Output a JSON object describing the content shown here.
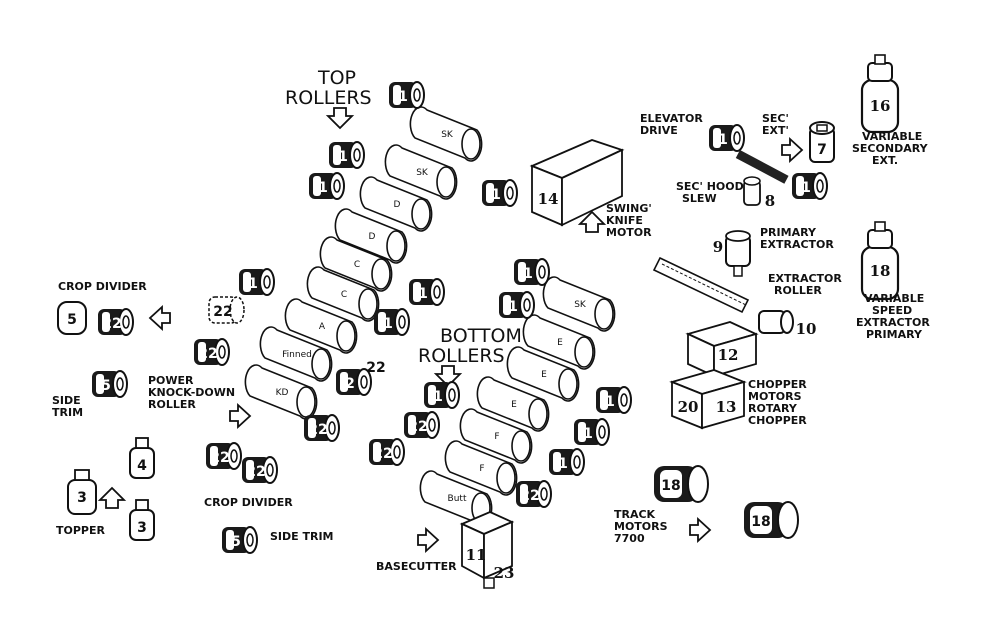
{
  "labels": {
    "top_rollers": [
      "TOP",
      "ROLLERS"
    ],
    "bottom_rollers": [
      "BOTTOM",
      "ROLLERS"
    ],
    "elevator_drive": [
      "ELEVATOR",
      "DRIVE"
    ],
    "sec_ext": [
      "SEC'",
      "EXT'"
    ],
    "sec_hood_slew": [
      "SEC' HOOD",
      "SLEW"
    ],
    "swing_knife_motor": [
      "SWING'",
      "KNIFE",
      "MOTOR"
    ],
    "variable_secondary_ext": [
      "VARIABLE",
      "SECONDARY",
      "EXT."
    ],
    "primary_extractor": [
      "PRIMARY",
      "EXTRACTOR"
    ],
    "extractor_roller": [
      "EXTRACTOR",
      "ROLLER"
    ],
    "variable_speed_extractor_primary": [
      "VARIABLE",
      "SPEED",
      "EXTRACTOR",
      "PRIMARY"
    ],
    "chopper": [
      "CHOPPER",
      "MOTORS",
      "ROTARY",
      "CHOPPER"
    ],
    "crop_divider_top": [
      "CROP DIVIDER"
    ],
    "crop_divider_bottom": [
      "CROP DIVIDER"
    ],
    "side_trim_left": [
      "SIDE",
      "TRIM"
    ],
    "side_trim_bottom": [
      "SIDE TRIM"
    ],
    "power_knockdown": [
      "POWER",
      "KNOCK-DOWN",
      "ROLLER"
    ],
    "topper": [
      "TOPPER"
    ],
    "basecutter": [
      "BASECUTTER"
    ],
    "track_motors": [
      "TRACK",
      "MOTORS",
      "7700"
    ]
  },
  "motors": [
    {
      "id": "1"
    },
    {
      "id": "1"
    },
    {
      "id": "1"
    },
    {
      "id": "1"
    },
    {
      "id": "1"
    },
    {
      "id": "1"
    },
    {
      "id": "1"
    },
    {
      "id": "1"
    },
    {
      "id": "1"
    },
    {
      "id": "1"
    },
    {
      "id": "1"
    },
    {
      "id": "1"
    },
    {
      "id": "1"
    },
    {
      "id": "1"
    },
    {
      "id": "22"
    },
    {
      "id": "22"
    },
    {
      "id": "22"
    },
    {
      "id": "22"
    },
    {
      "id": "22"
    },
    {
      "id": "22"
    },
    {
      "id": "2"
    },
    {
      "id": "5"
    },
    {
      "id": "5"
    },
    {
      "id": "3"
    },
    {
      "id": "3"
    },
    {
      "id": "4"
    },
    {
      "id": "18"
    },
    {
      "id": "18"
    },
    {
      "id": "7"
    },
    {
      "id": "1"
    }
  ],
  "rollers_top": [
    "SK",
    "SK",
    "D",
    "D",
    "C",
    "C",
    "A",
    "Finned",
    "KD"
  ],
  "rollers_bottom": [
    "SK",
    "E",
    "E",
    "E",
    "F",
    "F",
    "Butt"
  ],
  "numbers": {
    "n14": "14",
    "n16": "16",
    "n18": "18",
    "n9": "9",
    "n10": "10",
    "n8": "8",
    "n12": "12",
    "n13": "13",
    "n20": "20",
    "n11": "11",
    "n23": "23",
    "n22": "22",
    "n22b": "22"
  }
}
